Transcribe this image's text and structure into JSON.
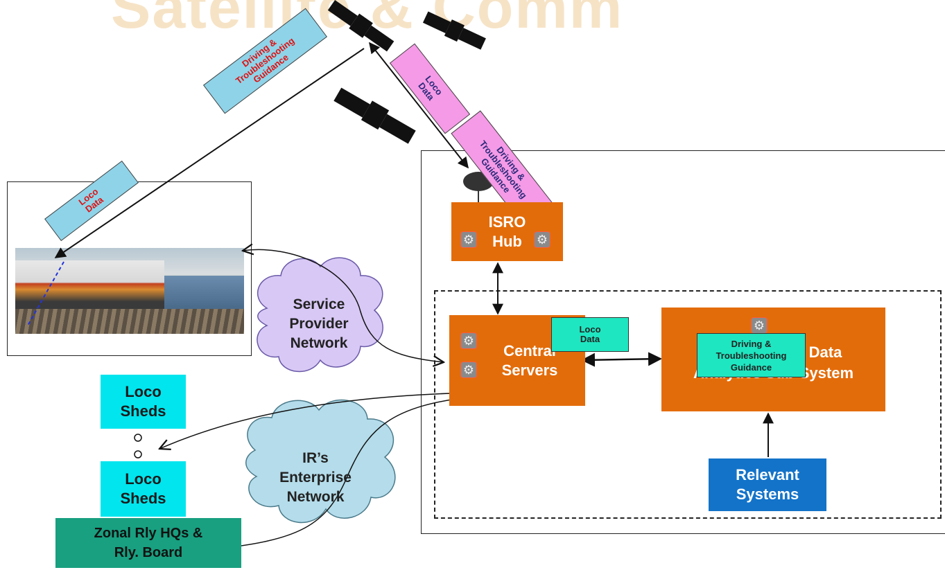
{
  "watermark": "Satellite & Comm",
  "colors": {
    "orange": "#e36c0a",
    "cyan": "#00e5ee",
    "green": "#18a080",
    "blue": "#1373c9"
  },
  "downlink_tag": {
    "l1": "Driving &",
    "l2": "Troubleshooting",
    "l3": "Guidance"
  },
  "uplink_tag": {
    "l1": "Loco",
    "l2": "Data"
  },
  "hub_up_tag": {
    "l1": "Loco",
    "l2": "Data"
  },
  "hub_down_tag": {
    "l1": "Driving &",
    "l2": "Troubleshooting",
    "l3": "Guidance"
  },
  "isro_hub": {
    "l1": "ISRO",
    "l2": "Hub"
  },
  "central_servers": {
    "l1": "Central",
    "l2": "Servers"
  },
  "central_tag": {
    "l1": "Loco",
    "l2": "Data"
  },
  "analytics": {
    "l1": "Data",
    "l2": "Analytics Sub-System"
  },
  "analytics_tag": {
    "l1": "Driving &",
    "l2": "Troubleshooting",
    "l3": "Guidance"
  },
  "relevant_systems": {
    "l1": "Relevant",
    "l2": "Systems"
  },
  "service_cloud": {
    "l1": "Service",
    "l2": "Provider",
    "l3": "Network"
  },
  "enterprise_cloud": {
    "l1": "IR’s",
    "l2": "Enterprise",
    "l3": "Network"
  },
  "loco_sheds_top": {
    "l1": "Loco",
    "l2": "Sheds"
  },
  "loco_sheds_bottom": {
    "l1": "Loco",
    "l2": "Sheds"
  },
  "zonal": {
    "l1": "Zonal Rly HQs &",
    "l2": "Rly. Board"
  },
  "icons": {
    "satellite": "satellite-icon",
    "dish": "satellite-dish-icon",
    "gear": "gear-icon",
    "train": "locomotive-photo"
  }
}
